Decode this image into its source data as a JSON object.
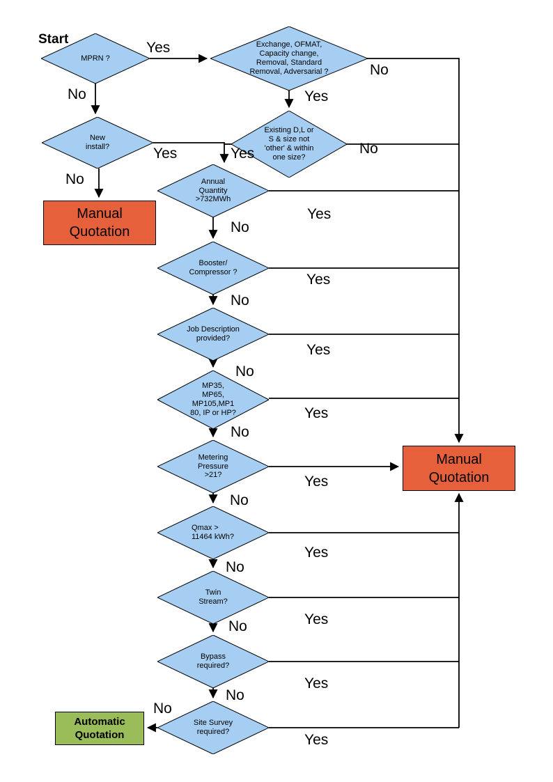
{
  "figure": {
    "type": "flowchart",
    "subject": "Gas connection quotation decision flow"
  },
  "colors": {
    "decision_fill": "#A6CEF2",
    "manual_quotation_fill": "#E6603C",
    "automatic_quotation_fill": "#9ABD59",
    "line": "#000000",
    "background": "#ffffff"
  },
  "labels": {
    "start": "Start"
  },
  "nodes": {
    "mprn": {
      "type": "decision",
      "label": "MPRN ?"
    },
    "exchange": {
      "type": "decision",
      "label": "Exchange, OFMAT, Capacity change, Removal, Standard Removal, Adversarial ?"
    },
    "new_install": {
      "type": "decision",
      "label": "New install?"
    },
    "existing": {
      "type": "decision",
      "label": "Existing D,L or S & size not 'other' & within one size?"
    },
    "annual": {
      "type": "decision",
      "label": "Annual Quantity >732MWh"
    },
    "booster": {
      "type": "decision",
      "label": "Booster/ Compressor ?"
    },
    "job": {
      "type": "decision",
      "label": "Job Description provided?"
    },
    "mp": {
      "type": "decision",
      "label": "MP35, MP65, MP105,MP180, IP or HP?"
    },
    "metering": {
      "type": "decision",
      "label": "Metering Pressure >21?"
    },
    "qmax": {
      "type": "decision",
      "label": "Qmax > 11464 kWh?"
    },
    "twin": {
      "type": "decision",
      "label": "Twin Stream?"
    },
    "bypass": {
      "type": "decision",
      "label": "Bypass required?"
    },
    "site": {
      "type": "decision",
      "label": "Site Survey required?"
    },
    "manual_left": {
      "type": "terminal",
      "label": "Manual Quotation"
    },
    "manual_right": {
      "type": "terminal",
      "label": "Manual Quotation"
    },
    "auto": {
      "type": "terminal",
      "label": "Automatic Quotation"
    }
  },
  "edges": [
    {
      "from": "mprn",
      "to": "exchange",
      "label": "Yes"
    },
    {
      "from": "mprn",
      "to": "new_install",
      "label": "No"
    },
    {
      "from": "exchange",
      "to": "existing",
      "label": "Yes"
    },
    {
      "from": "exchange",
      "to": "manual_right",
      "label": "No"
    },
    {
      "from": "new_install",
      "to": "annual",
      "label": "Yes"
    },
    {
      "from": "new_install",
      "to": "manual_left",
      "label": "No"
    },
    {
      "from": "existing",
      "to": "annual",
      "label": "Yes"
    },
    {
      "from": "existing",
      "to": "manual_right",
      "label": "No"
    },
    {
      "from": "annual",
      "to": "booster",
      "label": "No"
    },
    {
      "from": "annual",
      "to": "manual_right",
      "label": "Yes"
    },
    {
      "from": "booster",
      "to": "job",
      "label": "No"
    },
    {
      "from": "booster",
      "to": "manual_right",
      "label": "Yes"
    },
    {
      "from": "job",
      "to": "mp",
      "label": "No"
    },
    {
      "from": "job",
      "to": "manual_right",
      "label": "Yes"
    },
    {
      "from": "mp",
      "to": "metering",
      "label": "No"
    },
    {
      "from": "mp",
      "to": "manual_right",
      "label": "Yes"
    },
    {
      "from": "metering",
      "to": "qmax",
      "label": "No"
    },
    {
      "from": "metering",
      "to": "manual_right",
      "label": "Yes"
    },
    {
      "from": "qmax",
      "to": "twin",
      "label": "No"
    },
    {
      "from": "qmax",
      "to": "manual_right",
      "label": "Yes"
    },
    {
      "from": "twin",
      "to": "bypass",
      "label": "No"
    },
    {
      "from": "twin",
      "to": "manual_right",
      "label": "Yes"
    },
    {
      "from": "bypass",
      "to": "site",
      "label": "No"
    },
    {
      "from": "bypass",
      "to": "manual_right",
      "label": "Yes"
    },
    {
      "from": "site",
      "to": "auto",
      "label": "No"
    },
    {
      "from": "site",
      "to": "manual_right",
      "label": "Yes"
    }
  ]
}
